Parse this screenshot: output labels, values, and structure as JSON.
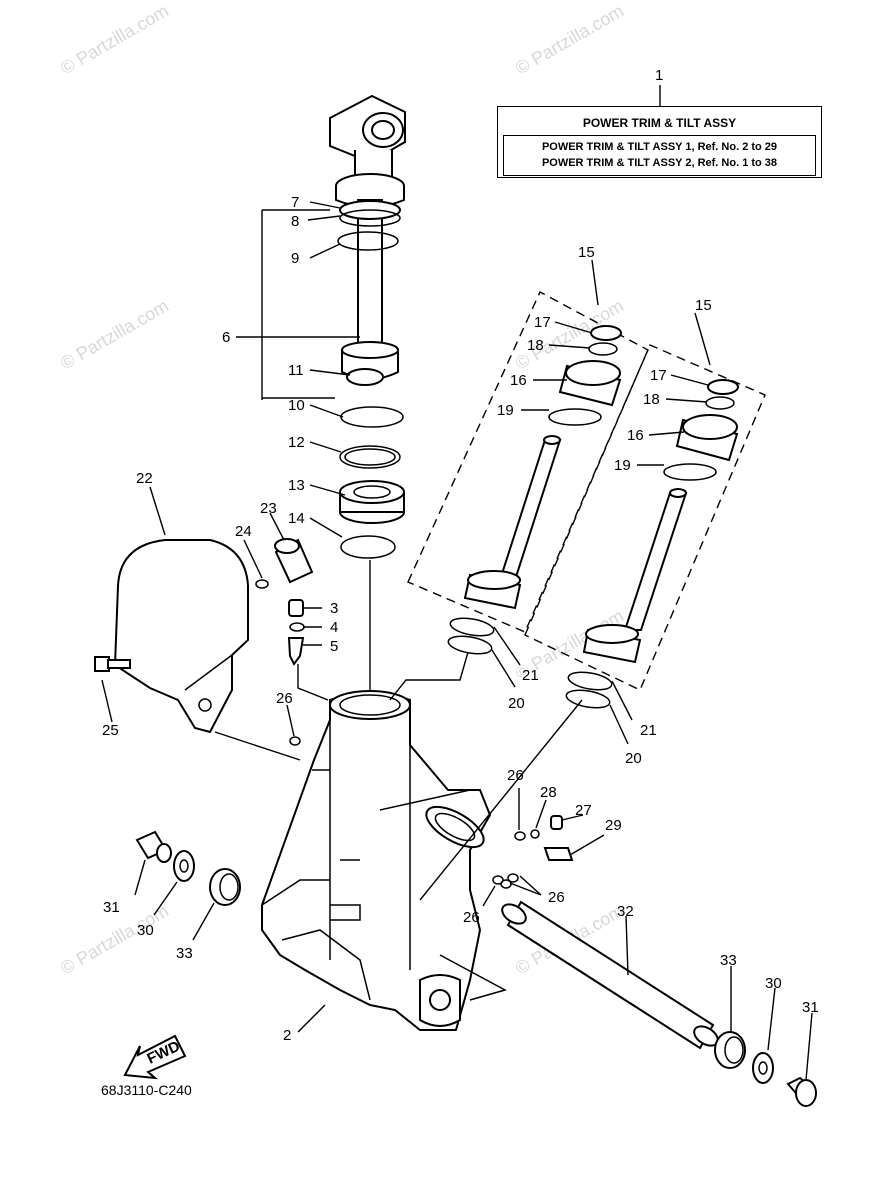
{
  "title_block": {
    "title": "POWER TRIM & TILT ASSY",
    "line1": "POWER TRIM & TILT ASSY 1,   Ref. No. 2 to 29",
    "line2": "POWER TRIM & TILT ASSY 2,   Ref. No. 1 to 38"
  },
  "diagram_code": "68J3110-C240",
  "fwd_label": "FWD",
  "watermark": "© Partzilla.com",
  "callouts": {
    "c1": "1",
    "c2": "2",
    "c3": "3",
    "c4": "4",
    "c5": "5",
    "c6": "6",
    "c7": "7",
    "c8": "8",
    "c9": "9",
    "c10": "10",
    "c11": "11",
    "c12": "12",
    "c13": "13",
    "c14": "14",
    "c15a": "15",
    "c15b": "15",
    "c16a": "16",
    "c16b": "16",
    "c17a": "17",
    "c17b": "17",
    "c18a": "18",
    "c18b": "18",
    "c19a": "19",
    "c19b": "19",
    "c20a": "20",
    "c20b": "20",
    "c21a": "21",
    "c21b": "21",
    "c22": "22",
    "c23": "23",
    "c24": "24",
    "c25": "25",
    "c26a": "26",
    "c26b": "26",
    "c26c": "26",
    "c26d": "26",
    "c27": "27",
    "c28": "28",
    "c29": "29",
    "c30a": "30",
    "c30b": "30",
    "c31a": "31",
    "c31b": "31",
    "c32": "32",
    "c33a": "33",
    "c33b": "33"
  }
}
